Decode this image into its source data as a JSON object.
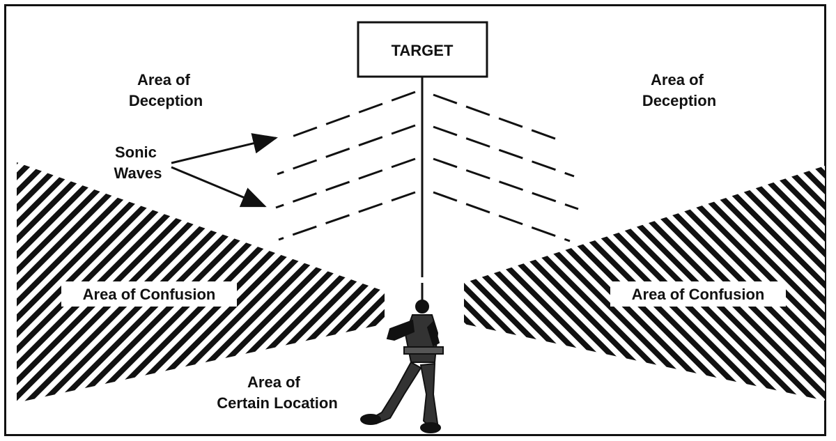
{
  "diagram": {
    "target_label": "TARGET",
    "deception_left": [
      "Area of",
      "Deception"
    ],
    "deception_right": [
      "Area of",
      "Deception"
    ],
    "sonic_waves": [
      "Sonic",
      "Waves"
    ],
    "confusion_left": "Area of Confusion",
    "confusion_right": "Area of Confusion",
    "certain_location": [
      "Area of",
      "Certain Location"
    ]
  },
  "colors": {
    "ink": "#111111",
    "background": "#ffffff"
  },
  "icons": {
    "soldier": "walking-soldier-figure"
  }
}
